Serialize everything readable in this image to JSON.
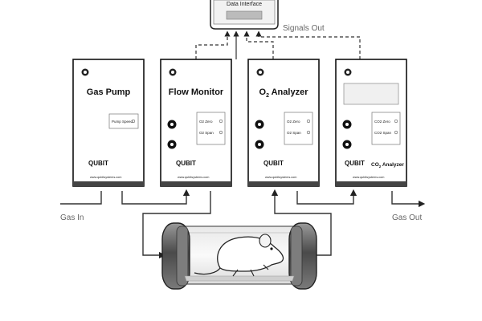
{
  "interface": {
    "title": "Data Interface"
  },
  "labels": {
    "signals_out": "Signals Out",
    "gas_in": "Gas In",
    "gas_out": "Gas Out"
  },
  "devices": {
    "gas_pump": {
      "title": "Gas Pump",
      "display": "Pump Speed",
      "brand": "QUBIT",
      "url": "www.qubitsystems.com"
    },
    "flow_monitor": {
      "title": "Flow Monitor",
      "row1": "O2 Zero",
      "row2": "O2 Span",
      "brand": "QUBIT",
      "url": "www.qubitsystems.com"
    },
    "o2_analyzer": {
      "title_main": "O",
      "title_sub": "2",
      "title_rest": " Analyzer",
      "row1": "O2 Zero",
      "row2": "O2 Span",
      "brand": "QUBIT",
      "url": "www.qubitsystems.com"
    },
    "co2_analyzer": {
      "footer_main": "CO",
      "footer_sub": "2",
      "footer_rest": " Analyzer",
      "row1": "CO2 Zero",
      "row2": "CO2 Span",
      "brand": "QUBIT",
      "url": "www.qubitsystems.com"
    }
  },
  "colors": {
    "box_border": "#111111",
    "pipe": "#333333",
    "chamber_cap": "#555555",
    "label_gray": "#666666"
  }
}
